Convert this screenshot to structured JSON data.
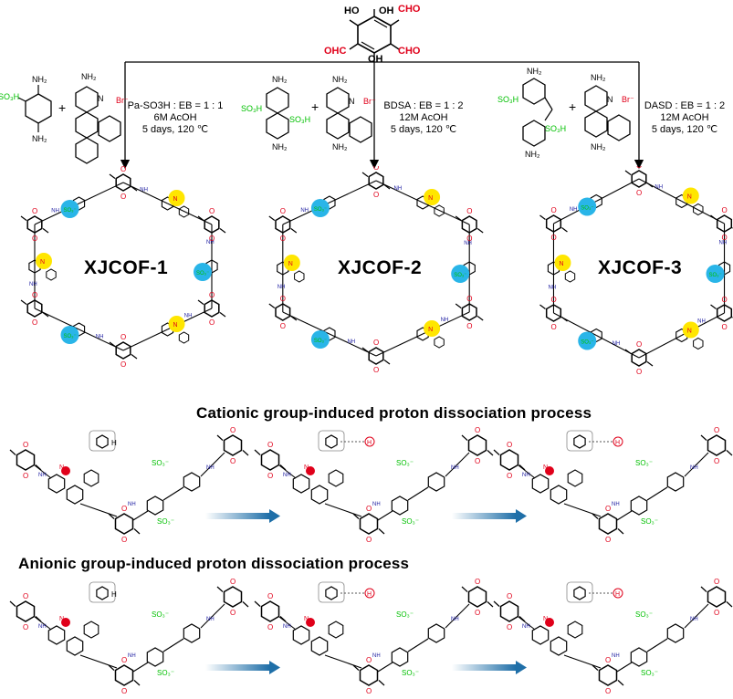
{
  "aldehyde": {
    "ho_top": "HO",
    "oh_top": "OH",
    "cho_top": "CHO",
    "ohc_left": "OHC",
    "cho_right": "CHO",
    "oh_bottom": "OH"
  },
  "reagents": {
    "so3h": "SO₃H",
    "nh2": "NH₂",
    "br": "Br⁻",
    "n_plus": "N⁺"
  },
  "conditions": [
    {
      "ratio": "Pa-SO3H : EB = 1 : 1",
      "acid": "6M AcOH",
      "time": "5 days, 120 ℃"
    },
    {
      "ratio": "BDSA : EB = 1 : 2",
      "acid": "12M AcOH",
      "time": "5 days, 120 ℃"
    },
    {
      "ratio": "DASD : EB = 1 : 2",
      "acid": "12M AcOH",
      "time": "5 days, 120 ℃"
    }
  ],
  "cofs": [
    "XJCOF-1",
    "XJCOF-2",
    "XJCOF-3"
  ],
  "mechanisms": [
    {
      "title": "Cationic group-induced proton dissociation process"
    },
    {
      "title": "Anionic group-induced proton dissociation process"
    }
  ],
  "labels": {
    "so3_minus": "SO₃⁻",
    "h_plus": "H",
    "nh": "NH",
    "o": "O",
    "n": "N"
  },
  "colors": {
    "carbonyl": "#e0001a",
    "sulfonate": "#00c000",
    "cation": "#e0001a",
    "highlight_cyan": "#29b5e8",
    "highlight_yellow": "#ffe600",
    "arrow": "#1f6fa8",
    "bond": "#000000",
    "amine_n": "#1a1aa0"
  }
}
